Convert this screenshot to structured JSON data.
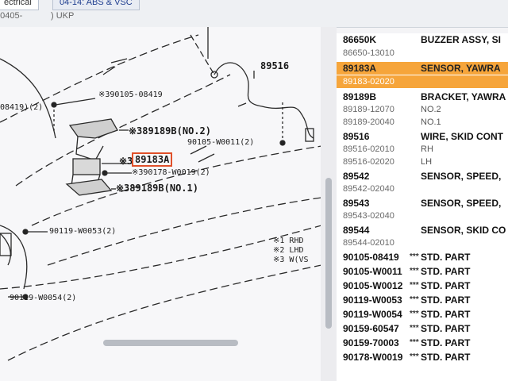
{
  "tabs": [
    {
      "label": "ectrical",
      "active": true
    },
    {
      "label": "04-14: ABS & VSC",
      "active": false
    }
  ],
  "subheader": {
    "left": "'0405-",
    "right": ") UKP"
  },
  "diagram": {
    "callouts": {
      "c89516": "89516",
      "c390105": "※390105-08419",
      "c08419": "08419)(2)",
      "c89189b2": "※389189B(NO.2)",
      "c90105": "90105-W0011(2)",
      "c89183a_prefix": "※3",
      "c89183a": "89183A",
      "c390178": "※390178-W0019(2)",
      "c89189b1": "※389189B(NO.1)",
      "c90119a": "90119-W0053(2)",
      "c90119b": "90119-W0054(2)"
    },
    "notes": [
      "※1 RHD",
      "※2 LHD",
      "※3 W(VS"
    ]
  },
  "parts": [
    {
      "num": "86650K",
      "name": "BUZZER ASSY, SI",
      "type": "main"
    },
    {
      "num": "86650-13010",
      "name": "",
      "type": "sub"
    },
    {
      "num": "89183A",
      "name": "SENSOR, YAWRA",
      "type": "sel"
    },
    {
      "num": "89183-02020",
      "name": "",
      "type": "subsel"
    },
    {
      "num": "89189B",
      "name": "BRACKET, YAWRA",
      "type": "main"
    },
    {
      "num": "89189-12070",
      "name": "NO.2",
      "type": "sub"
    },
    {
      "num": "89189-20040",
      "name": "NO.1",
      "type": "sub"
    },
    {
      "num": "89516",
      "name": "WIRE, SKID CONT",
      "type": "main"
    },
    {
      "num": "89516-02010",
      "name": "RH",
      "type": "sub"
    },
    {
      "num": "89516-02020",
      "name": "LH",
      "type": "sub"
    },
    {
      "num": "89542",
      "name": "SENSOR, SPEED,",
      "type": "main"
    },
    {
      "num": "89542-02040",
      "name": "",
      "type": "sub"
    },
    {
      "num": "89543",
      "name": "SENSOR, SPEED,",
      "type": "main"
    },
    {
      "num": "89543-02040",
      "name": "",
      "type": "sub"
    },
    {
      "num": "89544",
      "name": "SENSOR, SKID CO",
      "type": "main"
    },
    {
      "num": "89544-02010",
      "name": "",
      "type": "sub"
    },
    {
      "num": "90105-08419",
      "name": "STD. PART",
      "type": "std"
    },
    {
      "num": "90105-W0011",
      "name": "STD. PART",
      "type": "std"
    },
    {
      "num": "90105-W0012",
      "name": "STD. PART",
      "type": "std"
    },
    {
      "num": "90119-W0053",
      "name": "STD. PART",
      "type": "std"
    },
    {
      "num": "90119-W0054",
      "name": "STD. PART",
      "type": "std"
    },
    {
      "num": "90159-60547",
      "name": "STD. PART",
      "type": "std"
    },
    {
      "num": "90159-70003",
      "name": "STD. PART",
      "type": "std"
    },
    {
      "num": "90178-W0019",
      "name": "STD. PART",
      "type": "std"
    }
  ],
  "std_marker": "***"
}
